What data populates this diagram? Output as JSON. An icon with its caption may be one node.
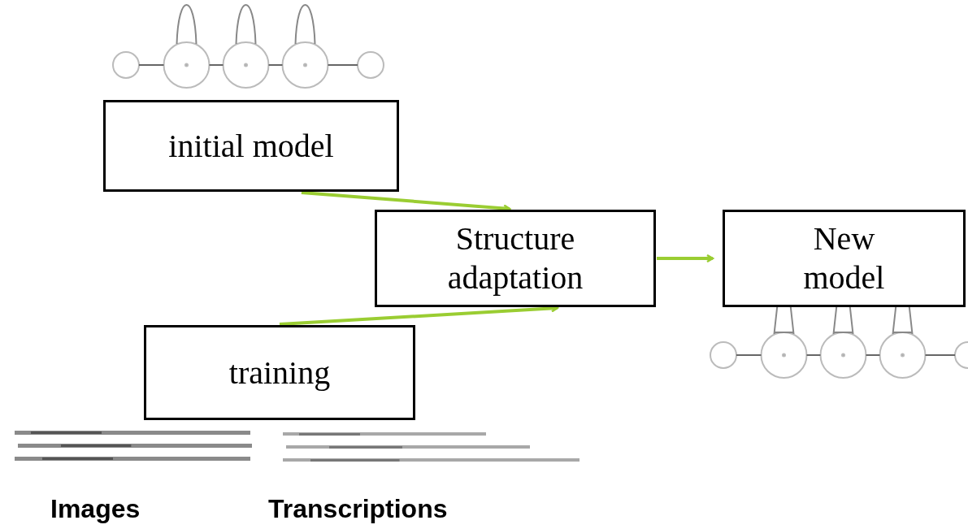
{
  "diagram": {
    "nodes": [
      {
        "text": [
          "initial model"
        ]
      },
      {
        "text": [
          "Structure adaptation"
        ]
      },
      {
        "text": [
          "New model"
        ]
      },
      {
        "text": [
          "training"
        ]
      }
    ],
    "edges": [
      {
        "from": 0,
        "to": 1,
        "arrow": "to"
      },
      {
        "from": 3,
        "to": 1,
        "arrow": "to"
      },
      {
        "from": 1,
        "to": 2,
        "arrow": "to"
      }
    ],
    "labels": [
      "Images",
      "Transcriptions"
    ]
  }
}
